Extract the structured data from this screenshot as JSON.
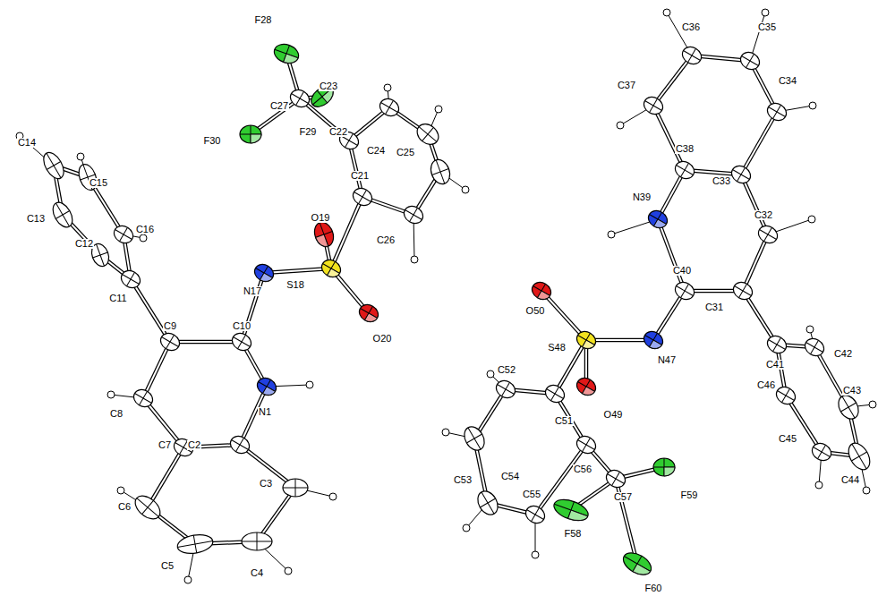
{
  "diagram": {
    "labels": [
      "N1",
      "C2",
      "C3",
      "C4",
      "C5",
      "C6",
      "C7",
      "C8",
      "C9",
      "C10",
      "C11",
      "C12",
      "C13",
      "C14",
      "C15",
      "C16",
      "N17",
      "S18",
      "O19",
      "O20",
      "C21",
      "C22",
      "C23",
      "C24",
      "C25",
      "C26",
      "C27",
      "F28",
      "F29",
      "F30",
      "C31",
      "C32",
      "C33",
      "C34",
      "C35",
      "C36",
      "C37",
      "C38",
      "N39",
      "C40",
      "C41",
      "C42",
      "C43",
      "C44",
      "C45",
      "C46",
      "N47",
      "S48",
      "O49",
      "O50",
      "C51",
      "C52",
      "C53",
      "C54",
      "C55",
      "C56",
      "C57",
      "F58",
      "F59",
      "F60"
    ]
  }
}
